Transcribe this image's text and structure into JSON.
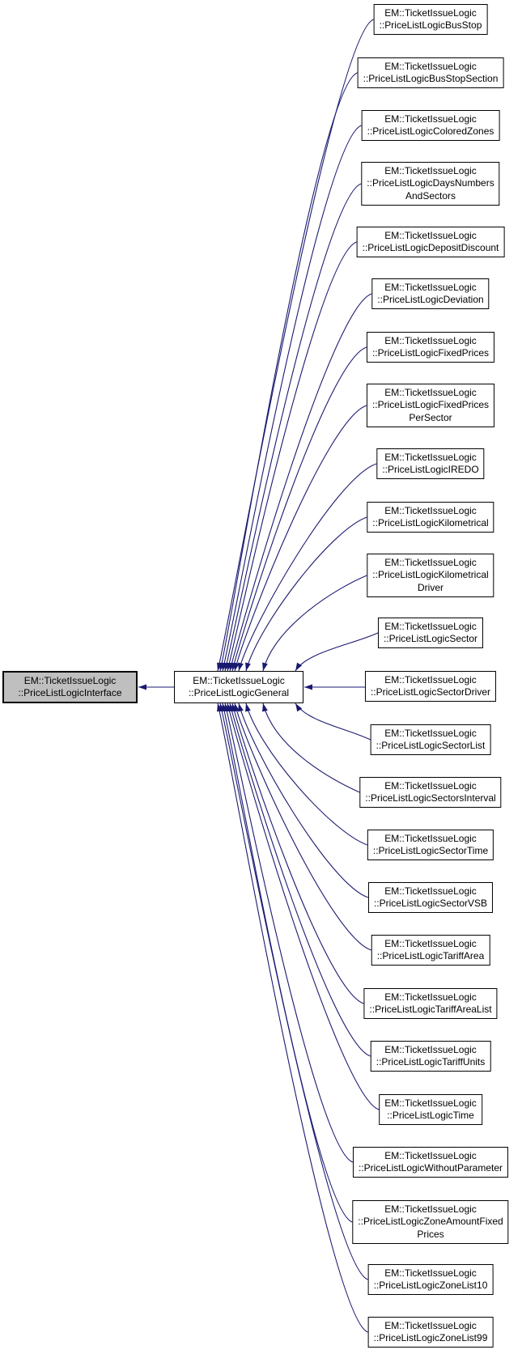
{
  "diagram": {
    "type": "class-inheritance-graph",
    "colors": {
      "edge": "#191970",
      "node_border": "#000000",
      "node_fill": "#ffffff",
      "highlight_fill": "#BFBFBF",
      "background": "#ffffff",
      "text": "#000000"
    },
    "interface_class": {
      "label": "EM::TicketIssueLogic\n::PriceListLogicInterface",
      "highlighted": true
    },
    "general_class": {
      "label": "EM::TicketIssueLogic\n::PriceListLogicGeneral"
    },
    "derived_classes": [
      {
        "label": "EM::TicketIssueLogic\n::PriceListLogicBusStop"
      },
      {
        "label": "EM::TicketIssueLogic\n::PriceListLogicBusStopSection"
      },
      {
        "label": "EM::TicketIssueLogic\n::PriceListLogicColoredZones"
      },
      {
        "label": "EM::TicketIssueLogic\n::PriceListLogicDaysNumbers\nAndSectors"
      },
      {
        "label": "EM::TicketIssueLogic\n::PriceListLogicDepositDiscount"
      },
      {
        "label": "EM::TicketIssueLogic\n::PriceListLogicDeviation"
      },
      {
        "label": "EM::TicketIssueLogic\n::PriceListLogicFixedPrices"
      },
      {
        "label": "EM::TicketIssueLogic\n::PriceListLogicFixedPrices\nPerSector"
      },
      {
        "label": "EM::TicketIssueLogic\n::PriceListLogicIREDO"
      },
      {
        "label": "EM::TicketIssueLogic\n::PriceListLogicKilometrical"
      },
      {
        "label": "EM::TicketIssueLogic\n::PriceListLogicKilometrical\nDriver"
      },
      {
        "label": "EM::TicketIssueLogic\n::PriceListLogicSector"
      },
      {
        "label": "EM::TicketIssueLogic\n::PriceListLogicSectorDriver"
      },
      {
        "label": "EM::TicketIssueLogic\n::PriceListLogicSectorList"
      },
      {
        "label": "EM::TicketIssueLogic\n::PriceListLogicSectorsInterval"
      },
      {
        "label": "EM::TicketIssueLogic\n::PriceListLogicSectorTime"
      },
      {
        "label": "EM::TicketIssueLogic\n::PriceListLogicSectorVSB"
      },
      {
        "label": "EM::TicketIssueLogic\n::PriceListLogicTariffArea"
      },
      {
        "label": "EM::TicketIssueLogic\n::PriceListLogicTariffAreaList"
      },
      {
        "label": "EM::TicketIssueLogic\n::PriceListLogicTariffUnits"
      },
      {
        "label": "EM::TicketIssueLogic\n::PriceListLogicTime"
      },
      {
        "label": "EM::TicketIssueLogic\n::PriceListLogicWithoutParameter"
      },
      {
        "label": "EM::TicketIssueLogic\n::PriceListLogicZoneAmountFixed\nPrices"
      },
      {
        "label": "EM::TicketIssueLogic\n::PriceListLogicZoneList10"
      },
      {
        "label": "EM::TicketIssueLogic\n::PriceListLogicZoneList99"
      }
    ]
  }
}
